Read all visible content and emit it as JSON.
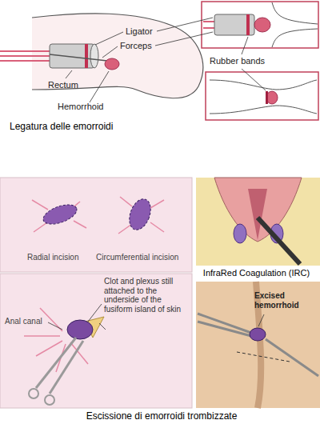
{
  "diagram": {
    "labels": [
      "Ligator",
      "Forceps",
      "Rubber bands",
      "Rectum",
      "Hemorrhoid",
      "Legatura delle emorroidi",
      "Radial incision",
      "Circumferential incision",
      "Anal canal",
      "Clot and plexus still attached to the underside of the fusiform island of skin",
      "InfraRed Coagulation (IRC)",
      "Excised hemorrhoid",
      "Escissione di emorroidi trombizzate"
    ]
  }
}
